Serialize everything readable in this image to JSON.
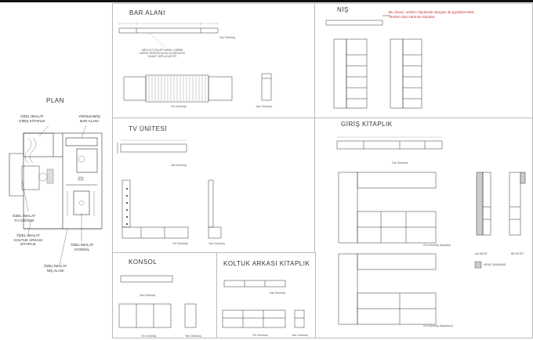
{
  "plan": {
    "title": "PLAN",
    "labels": {
      "giris_kitaplik": "ÖZEL İMALAT\nGİRİŞ KİTAPLIK",
      "bar_alani": "YENİLENMİŞ\nBAR ALANI",
      "tv_unitesi": "ÖZEL İMALAT\nTV ÜNİTESİ",
      "koltuk_arkasi": "ÖZEL İMALAT\nKOLTUK ARKASI\nKİTAPLIK",
      "konsol": "ÖZEL İMALAT\nKONSOL",
      "nis_alani": "ÖZEL İMALAT\nNİŞ ALANI"
    }
  },
  "bar_alani": {
    "title": "BAR ALANI",
    "captions": [
      "Üst Görünüş",
      "Ön Görünüş",
      "Yan Görünüş"
    ],
    "note": "MEVCUT DOLAP KAPAK LAMİNE\nKAPAK VERİLEN ALAN İLE BİRLİKTE\nKAKAT YAPILACAKTIR"
  },
  "nis": {
    "title": "NİŞ",
    "note": "Bu duvar, verilen ölçülerde alçıpan ile giydirilecektir.\nVerilen ölçü tahmini ölçüdür."
  },
  "tv_unitesi": {
    "title": "TV ÜNİTESİ",
    "captions": [
      "Üst Görünüş",
      "Ön Görünüş",
      "Yan Görünüş"
    ]
  },
  "giris_kitaplik": {
    "title": "GİRİŞ KİTAPLIK",
    "captions": [
      "Üst Görünüş",
      "Ön Görünüş (Kapaklı)",
      "AA KESİT",
      "BB KESİT",
      "Ön Görünüş (Kapaksız)"
    ],
    "legend": "KIRIŞ TARAMASI"
  },
  "konsol": {
    "title": "KONSOL",
    "captions": [
      "Üst Görünüş",
      "Ön Görünüş",
      "Yan Görünüş"
    ]
  },
  "koltuk_arkasi": {
    "title": "KOLTUK ARKASI KİTAPLIK",
    "captions": [
      "Üst Görünüş",
      "Ön Görünüş",
      "Yan Görünüş"
    ]
  }
}
